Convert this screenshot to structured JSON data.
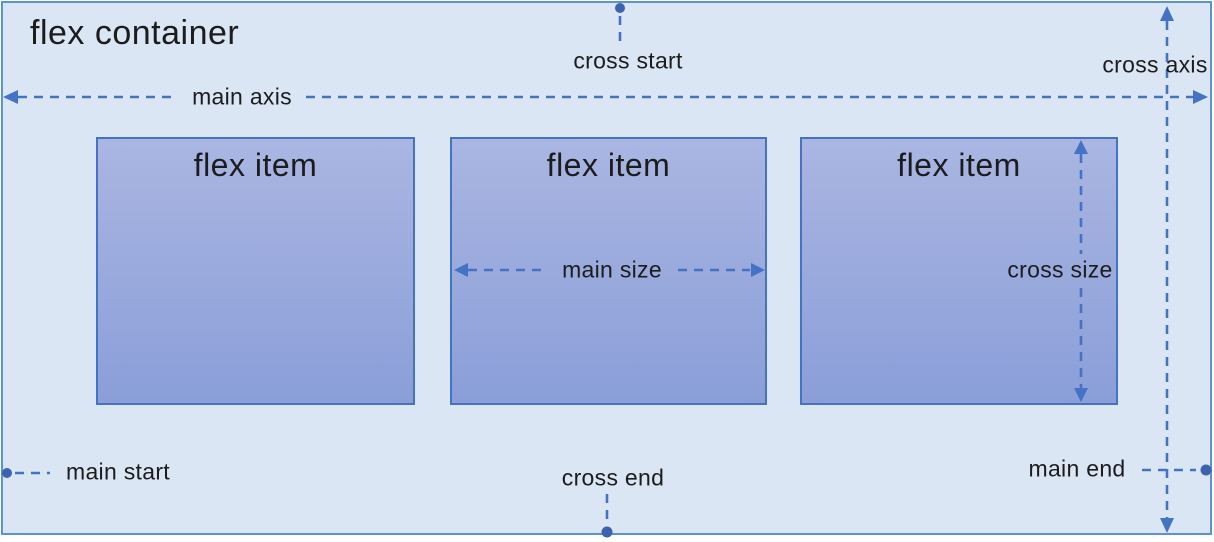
{
  "container": {
    "title": "flex container"
  },
  "items": [
    {
      "label": "flex item"
    },
    {
      "label": "flex item"
    },
    {
      "label": "flex item"
    }
  ],
  "labels": {
    "main_axis": "main axis",
    "cross_axis": "cross axis",
    "cross_start": "cross start",
    "cross_end": "cross end",
    "main_start": "main start",
    "main_end": "main end",
    "main_size": "main size",
    "cross_size": "cross size"
  },
  "colors": {
    "container_bg": "#dbe6f4",
    "container_border": "#5b93cf",
    "item_border": "#4472c4",
    "item_top": "#aab6e2",
    "item_bottom": "#8a9ed8",
    "line": "#4472c4",
    "dot": "#3c63ae",
    "text": "#1c1c1c"
  }
}
